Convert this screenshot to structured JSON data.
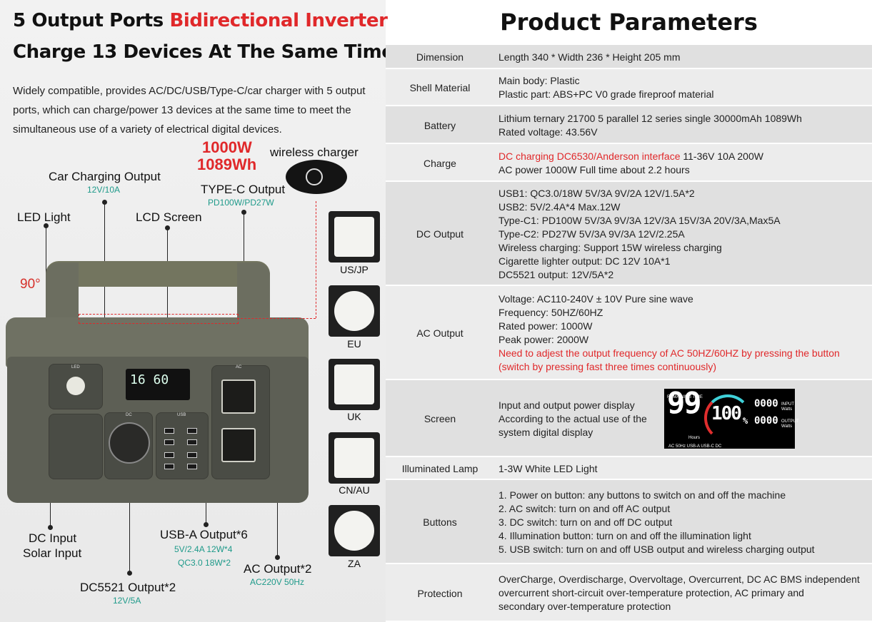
{
  "left": {
    "title_line1_black": "5 Output Ports",
    "title_line1_red": "Bidirectional Inverter",
    "title_line2": "Charge 13 Devices At The Same Time",
    "intro": "Widely compatible, provides AC/DC/USB/Type-C/car charger with 5 output ports, which can charge/power 13 devices at the same time to meet the simultaneous use of a variety of electrical digital devices.",
    "power_w": "1000W",
    "power_wh": "1089Wh",
    "wireless_label": "wireless charger",
    "car_label": "Car Charging Output",
    "car_sub": "12V/10A",
    "typec_label": "TYPE-C Output",
    "typec_sub": "PD100W/PD27W",
    "led_label": "LED Light",
    "lcd_label": "LCD Screen",
    "angle": "90°",
    "dc_input_label1": "DC Input",
    "dc_input_label2": "Solar Input",
    "usba_label": "USB-A Output*6",
    "usba_sub1": "5V/2.4A 12W*4",
    "usba_sub2": "QC3.0 18W*2",
    "ac_label": "AC Output*2",
    "ac_sub": "AC220V 50Hz",
    "dc5521_label": "DC5521 Output*2",
    "dc5521_sub": "12V/5A",
    "lcd_display": "16 60",
    "plugs": [
      "US/JP",
      "EU",
      "UK",
      "CN/AU",
      "ZA"
    ],
    "device_panel_led": "LED",
    "device_panel_dc": "DC",
    "device_panel_usb": "USB",
    "device_panel_ac": "AC"
  },
  "right": {
    "title": "Product Parameters",
    "rows": {
      "dimension": {
        "key": "Dimension",
        "v1": "Length 340 * Width 236 * Height 205 mm"
      },
      "shell": {
        "key": "Shell Material",
        "v1": "Main body: Plastic",
        "v2": "Plastic part: ABS+PC V0 grade fireproof material"
      },
      "battery": {
        "key": "Battery",
        "v1": "Lithium ternary 21700 5 parallel 12 series single 30000mAh 1089Wh",
        "v2": "Rated voltage: 43.56V"
      },
      "charge": {
        "key": "Charge",
        "v1_red": "DC charging DC6530/Anderson interface",
        "v1_black": " 11-36V 10A 200W",
        "v2": "AC power 1000W Full time about 2.2 hours"
      },
      "dc_output": {
        "key": "DC Output",
        "lines": [
          "USB1: QC3.0/18W 5V/3A 9V/2A 12V/1.5A*2",
          "USB2: 5V/2.4A*4 Max.12W",
          "Type-C1: PD100W  5V/3A 9V/3A 12V/3A 15V/3A 20V/3A,Max5A",
          "Type-C2: PD27W   5V/3A 9V/3A 12V/2.25A",
          "Wireless charging: Support 15W wireless charging",
          "Cigarette lighter output: DC 12V 10A*1",
          "DC5521 output: 12V/5A*2"
        ]
      },
      "ac_output": {
        "key": "AC Output",
        "lines": [
          "Voltage: AC110-240V ± 10V  Pure sine wave",
          "Frequency: 50HZ/60HZ",
          "Rated power: 1000W",
          "Peak power: 2000W"
        ],
        "red1": "Need to adjest the output frequency of AC 50HZ/60HZ by pressing the button",
        "red2": "(switch by pressing fast three times continuously)"
      },
      "screen": {
        "key": "Screen",
        "lines": [
          "Input and output power display",
          "According to the actual use of the",
          "system digital display"
        ],
        "display": {
          "remaining": "REMAINING TIME",
          "hours_num": "99",
          "hours": "Hours",
          "percent": "100",
          "pct": "%",
          "in_num": "0000",
          "in_lbl": "INPUT",
          "out_num": "0000",
          "out_lbl": "OUTPUT",
          "watts": "Watts",
          "bottom": "AC  50Hz      USB-A   USB-C    DC"
        }
      },
      "lamp": {
        "key": "Illuminated Lamp",
        "v1": "1-3W  White  LED Light"
      },
      "buttons": {
        "key": "Buttons",
        "lines": [
          "1. Power on button: any buttons to switch on and off the machine",
          "2. AC switch: turn on and off AC output",
          "3. DC switch: turn on and off DC output",
          "4. Illumination button: turn on and off the illumination light",
          "5. USB switch:  turn on and off USB output and wireless charging output"
        ]
      },
      "protection": {
        "key": "Protection",
        "lines": [
          "OverCharge, Overdischarge, Overvoltage, Overcurrent, DC AC BMS independent",
          "overcurrent short-circuit over-temperature protection, AC primary and",
          "secondary over-temperature protection"
        ]
      }
    }
  },
  "colors": {
    "accent_red": "#e0282a",
    "spec_teal": "#1f9a8a",
    "row_gray": "#e0e0e0",
    "row_light": "#ececec"
  }
}
